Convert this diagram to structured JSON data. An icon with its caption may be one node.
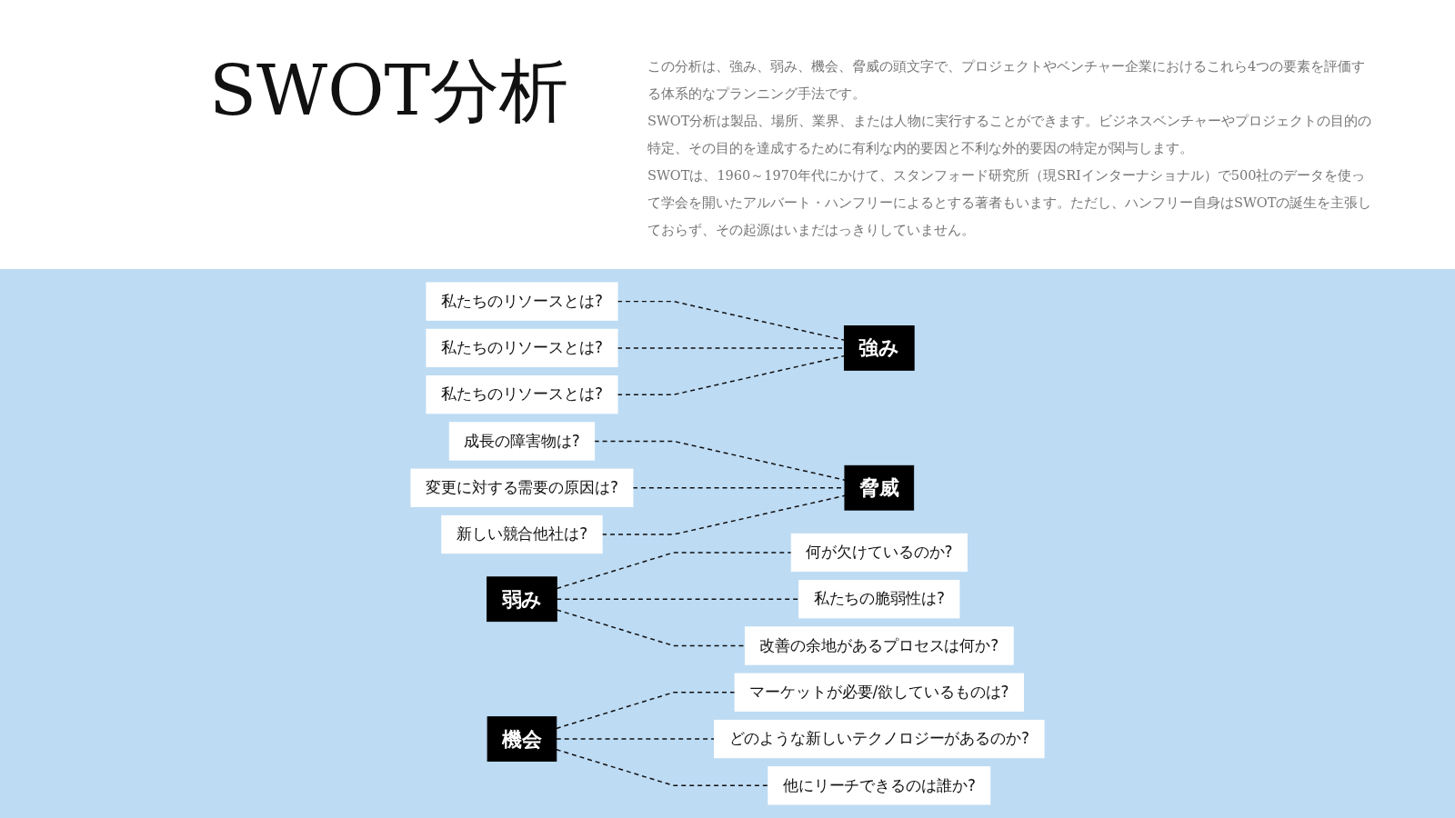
{
  "diagram": {
    "title": "SWOT分析",
    "nodes": [
      {
        "text": [
          "私たちのリソースとは?"
        ]
      },
      {
        "text": [
          "私たちのリソースとは?"
        ]
      },
      {
        "text": [
          "私たちのリソースとは?"
        ]
      },
      {
        "text": [
          "成長の障害物は?"
        ]
      },
      {
        "text": [
          "何が欠けているのか?"
        ]
      },
      {
        "text": [
          "強み"
        ]
      },
      {
        "text": [
          "変更に対する需要の原因は?"
        ]
      },
      {
        "text": [
          "脅威"
        ]
      },
      {
        "text": [
          "弱み"
        ]
      },
      {
        "text": [
          "私たちの脆弱性は?"
        ]
      },
      {
        "text": [
          "新しい競合他社は?"
        ]
      },
      {
        "text": [
          "改善の余地があるプロセスは何か?"
        ]
      },
      {
        "text": [
          "機会"
        ]
      },
      {
        "text": [
          "マーケットが必要/欲しているものは?"
        ]
      },
      {
        "text": [
          "どのような新しいテクノロジーがあるのか?"
        ]
      },
      {
        "text": [
          "他にリーチできるのは誰か?"
        ]
      }
    ],
    "edges": [
      {
        "from": 0,
        "to": 5,
        "arrow": "none",
        "style": "dashed"
      },
      {
        "from": 1,
        "to": 5,
        "arrow": "none",
        "style": "dashed"
      },
      {
        "from": 2,
        "to": 5,
        "arrow": "none",
        "style": "dashed"
      },
      {
        "from": 3,
        "to": 7,
        "arrow": "none",
        "style": "dashed"
      },
      {
        "from": 6,
        "to": 7,
        "arrow": "none",
        "style": "dashed"
      },
      {
        "from": 10,
        "to": 7,
        "arrow": "none",
        "style": "dashed"
      },
      {
        "from": 8,
        "to": 4,
        "arrow": "none",
        "style": "dashed"
      },
      {
        "from": 8,
        "to": 9,
        "arrow": "none",
        "style": "dashed"
      },
      {
        "from": 8,
        "to": 11,
        "arrow": "none",
        "style": "dashed"
      },
      {
        "from": 12,
        "to": 13,
        "arrow": "none",
        "style": "dashed"
      },
      {
        "from": 12,
        "to": 14,
        "arrow": "none",
        "style": "dashed"
      },
      {
        "from": 12,
        "to": 15,
        "arrow": "none",
        "style": "dashed"
      }
    ],
    "labels": [
      "この分析は、強み、弱み、機会、脅威の頭文字で、プロジェクトやベンチャー企業におけるこれら4つの要素を評価する体系的なプランニング手法です。",
      "SWOT分析は製品、場所、業界、または人物に実行することができます。ビジネスベンチャーやプロジェクトの目的の特定、その目的を達成するために有利な内的要因と不利な外的要因の特定が関与します。",
      "SWOTは、1960～1970年代にかけて、スタンフォード研究所（現SRIインターナショナル）で500社のデータを使って学会を開いたアルバート・ハンフリーによるとする著者もいます。ただし、ハンフリー自身はSWOTの誕生を主張しておらず、その起源はいまだはっきりしていません。"
    ]
  }
}
